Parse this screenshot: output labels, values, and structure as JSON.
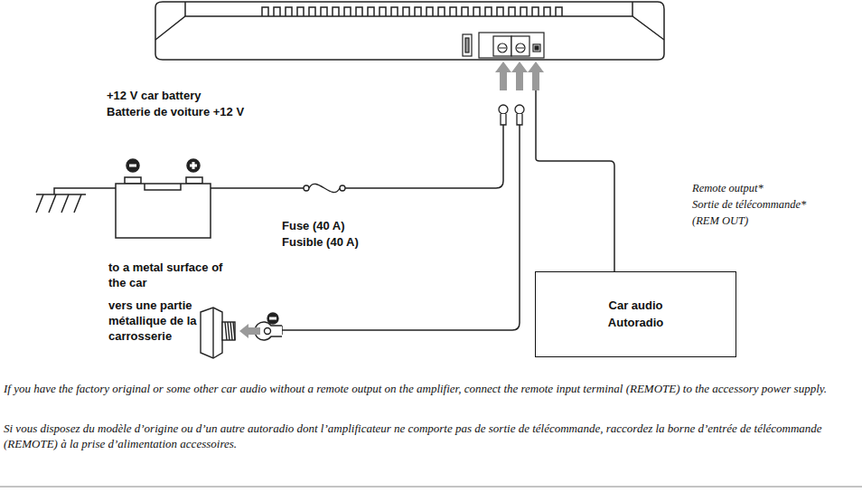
{
  "diagram": {
    "nodes": [
      {
        "text": [
          "Car audio",
          "Autoradio"
        ]
      }
    ],
    "labels": [
      "+12 V car battery",
      "Batterie de voiture +12 V",
      "Fuse (40 A)",
      "Fusible (40 A)",
      "to a metal surface of the car",
      "vers une partie métallique de la carrosserie",
      "Remote output*",
      "Sortie de télécommande*",
      "(REM OUT)",
      "If you have the factory original or some other car audio without a remote output on the amplifier, connect the remote input terminal (REMOTE) to the accessory power supply.",
      "Si vous disposez du modèle d’origine ou d’un autre autoradio dont l’amplificateur ne comporte pas de sortie de télécommande, raccordez la borne d’entrée de télécommande (REMOTE) à la prise d’alimentation accessoires."
    ]
  }
}
